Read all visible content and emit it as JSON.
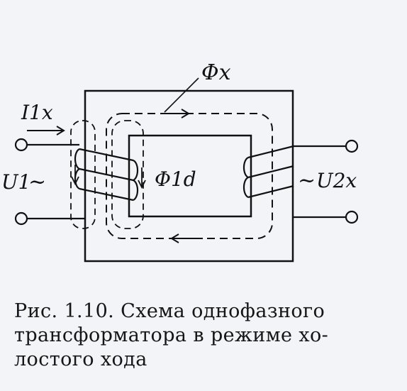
{
  "labels": {
    "flux_main": "Φx",
    "current_primary": "I1x",
    "voltage_primary": "U1",
    "flux_leakage": "Φ1d",
    "voltage_secondary": "U2x",
    "tilde": "~"
  },
  "caption": {
    "line1": "Рис. 1.10. Схема однофазного",
    "line2": "трансформатора в режиме хо-",
    "line3": "лостого хода"
  }
}
